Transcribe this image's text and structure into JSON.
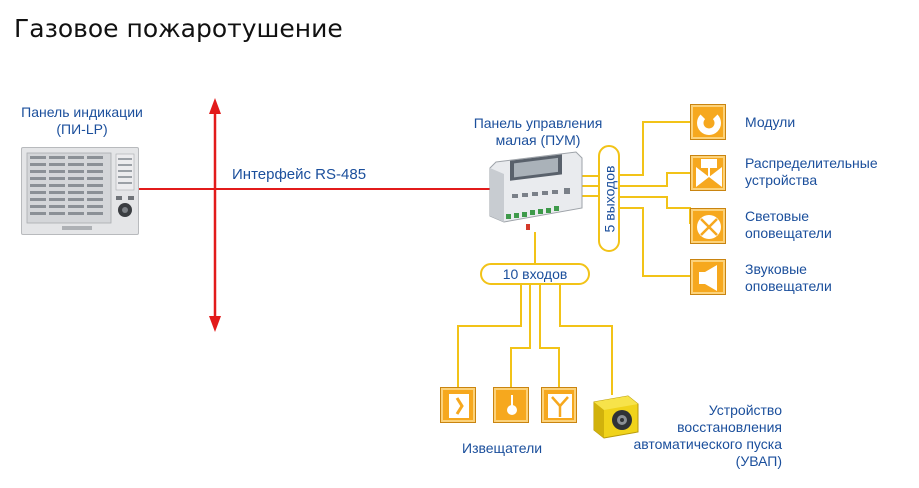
{
  "title": "Газовое пожаротушение",
  "panel_indication": {
    "label_line1": "Панель индикации",
    "label_line2": "(ПИ-LP)"
  },
  "interface": {
    "label": "Интерфейс RS-485"
  },
  "control_panel": {
    "label_line1": "Панель управления",
    "label_line2": "малая (ПУМ)"
  },
  "outputs": {
    "label": "5 выходов"
  },
  "inputs": {
    "label": "10 входов"
  },
  "output_devices": [
    {
      "label_line1": "Модули",
      "label_line2": "",
      "icon": "module-icon"
    },
    {
      "label_line1": "Распределительные",
      "label_line2": "устройства",
      "icon": "valve-icon"
    },
    {
      "label_line1": "Световые",
      "label_line2": "оповещатели",
      "icon": "light-alarm-icon"
    },
    {
      "label_line1": "Звуковые",
      "label_line2": "оповещатели",
      "icon": "sound-alarm-icon"
    }
  ],
  "detectors": {
    "label": "Извещатели",
    "icons": [
      "manual-call-point-icon",
      "smoke-detector-icon",
      "heat-detector-icon"
    ]
  },
  "uvap": {
    "label_line1": "Устройство",
    "label_line2": "восстановления",
    "label_line3": "автоматического пуска",
    "label_line4": "(УВАП)"
  },
  "colors": {
    "connector": "#f2c318",
    "rs485_line": "#e21b1b",
    "text": "#1b4f9c",
    "icon_fill": "#f6a81e"
  }
}
